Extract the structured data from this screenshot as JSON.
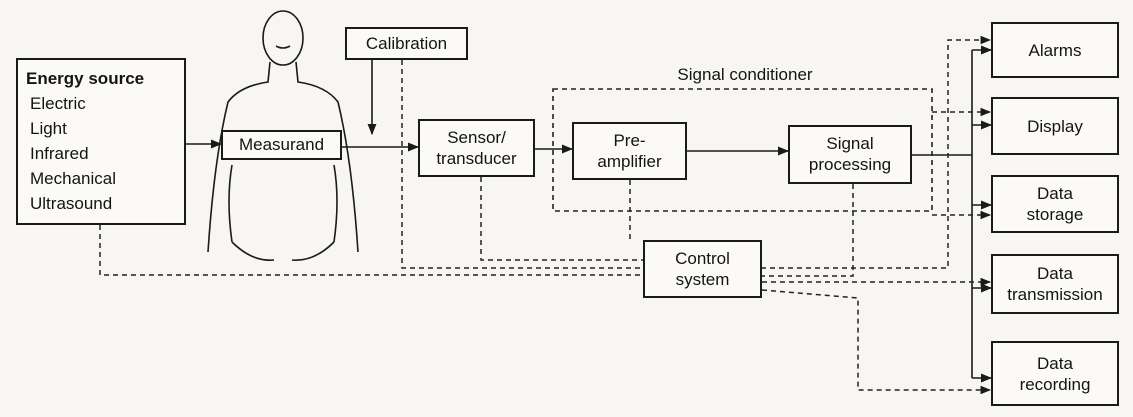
{
  "diagram": {
    "energy_source": {
      "title": "Energy source",
      "items": [
        "Electric",
        "Light",
        "Infrared",
        "Mechanical",
        "Ultrasound"
      ]
    },
    "measurand": "Measurand",
    "calibration": "Calibration",
    "signal_conditioner": "Signal conditioner",
    "sensor": "Sensor/\ntransducer",
    "preamplifier": "Pre-\namplifier",
    "signal_processing": "Signal\nprocessing",
    "control_system": "Control\nsystem",
    "outputs": {
      "alarms": "Alarms",
      "display": "Display",
      "data_storage": "Data\nstorage",
      "data_transmission": "Data\ntransmission",
      "data_recording": "Data\nrecording"
    }
  }
}
